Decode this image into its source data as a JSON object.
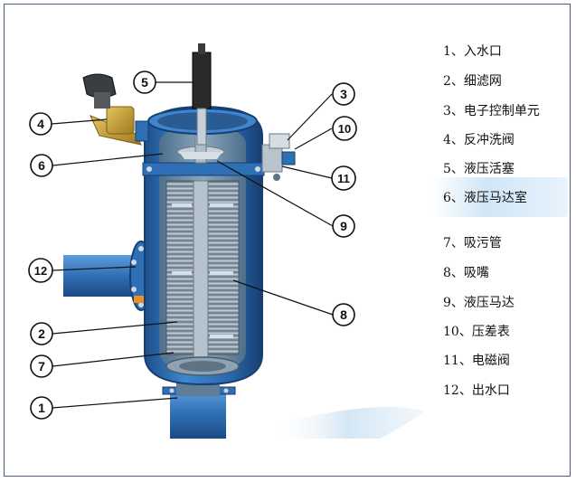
{
  "callouts": [
    "1",
    "2",
    "3",
    "4",
    "5",
    "6",
    "7",
    "8",
    "9",
    "10",
    "11",
    "12"
  ],
  "legend": [
    "1、入水口",
    "2、细滤网",
    "3、电子控制单元",
    "4、反冲洗阀",
    "5、液压活塞",
    "6、液压马达室",
    "7、吸污管",
    "8、吸嘴",
    "9、液压马达",
    "10、压差表",
    "11、电磁阀",
    "12、出水口"
  ],
  "colors": {
    "border": "#4a5a8c",
    "housing": "#2f6fb5",
    "housing_dark": "#1d4f8c",
    "inner": "#6f8ea6",
    "brass": "#c9a23a",
    "arrow": "#f08c2a"
  }
}
